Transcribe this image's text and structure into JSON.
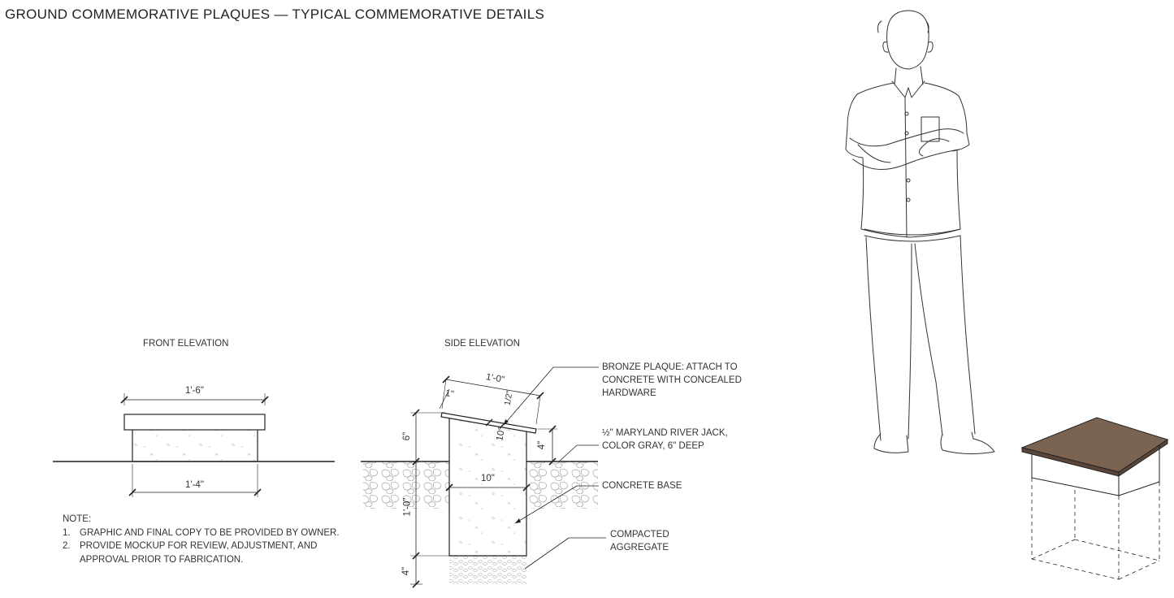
{
  "title": "GROUND COMMEMORATIVE PLAQUES — TYPICAL COMMEMORATIVE DETAILS",
  "front_elevation": {
    "heading": "FRONT ELEVATION",
    "dim_top": "1'-6\"",
    "dim_bottom": "1'-4\""
  },
  "side_elevation": {
    "heading": "SIDE ELEVATION",
    "dim_top": "1'-0\"",
    "dim_one_inch": "1\"",
    "dim_half": "1/2\"",
    "dim_angle": "10°",
    "dim_6": "6\"",
    "dim_4_right": "4\"",
    "dim_10": "10\"",
    "dim_1_0": "1'-0\"",
    "dim_4_bottom": "4\""
  },
  "callouts": {
    "plaque": [
      "BRONZE PLAQUE: ATTACH TO",
      "CONCRETE WITH CONCEALED",
      "HARDWARE"
    ],
    "river_jack": [
      "½\" MARYLAND RIVER JACK,",
      "COLOR GRAY, 6\" DEEP"
    ],
    "concrete_base": "CONCRETE BASE",
    "aggregate": [
      "COMPACTED",
      "AGGREGATE"
    ]
  },
  "notes": {
    "heading": "NOTE:",
    "items": [
      {
        "num": "1.",
        "lines": [
          "GRAPHIC AND FINAL COPY TO BE PROVIDED BY OWNER."
        ]
      },
      {
        "num": "2.",
        "lines": [
          "PROVIDE MOCKUP FOR REVIEW, ADJUSTMENT, AND",
          "APPROVAL PRIOR TO FABRICATION."
        ]
      }
    ]
  },
  "colors": {
    "line": "#222222",
    "plaque_top": "#7a6351",
    "hatch": "#9a9a9a"
  }
}
